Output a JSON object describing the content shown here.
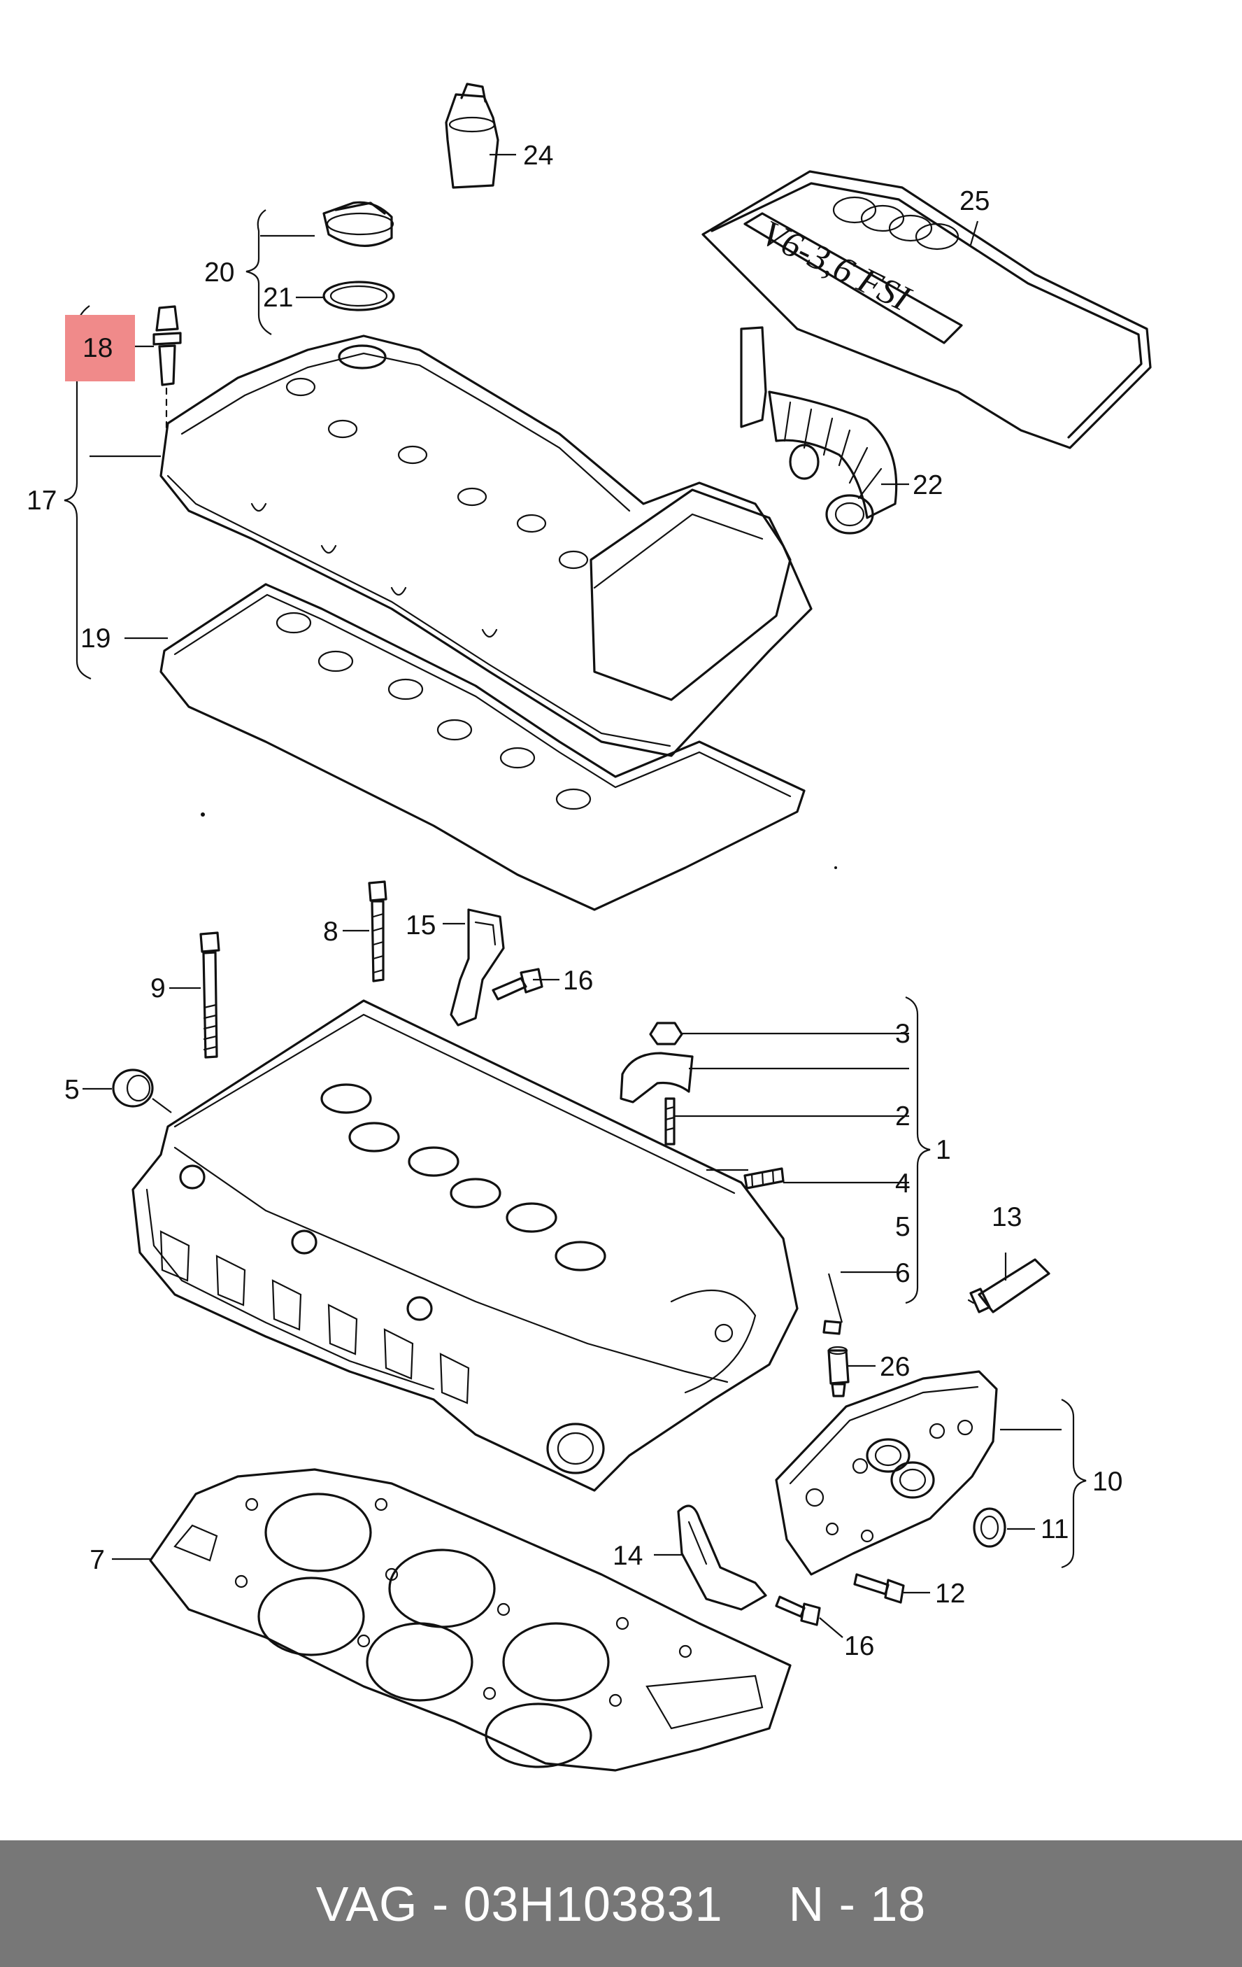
{
  "diagram": {
    "brand_badge": "V6-3,6 FSI",
    "callouts": [
      {
        "id": "c24",
        "label": "24"
      },
      {
        "id": "c25",
        "label": "25"
      },
      {
        "id": "c20",
        "label": "20"
      },
      {
        "id": "c21",
        "label": "21"
      },
      {
        "id": "c18",
        "label": "18",
        "highlighted": true
      },
      {
        "id": "c17",
        "label": "17"
      },
      {
        "id": "c19",
        "label": "19"
      },
      {
        "id": "c22",
        "label": "22"
      },
      {
        "id": "c8",
        "label": "8"
      },
      {
        "id": "c15",
        "label": "15"
      },
      {
        "id": "c16a",
        "label": "16"
      },
      {
        "id": "c9",
        "label": "9"
      },
      {
        "id": "c3",
        "label": "3"
      },
      {
        "id": "c2",
        "label": "2"
      },
      {
        "id": "c1",
        "label": "1"
      },
      {
        "id": "c4",
        "label": "4"
      },
      {
        "id": "c5r",
        "label": "5"
      },
      {
        "id": "c6",
        "label": "6"
      },
      {
        "id": "c5l",
        "label": "5"
      },
      {
        "id": "c13",
        "label": "13"
      },
      {
        "id": "c26",
        "label": "26"
      },
      {
        "id": "c10",
        "label": "10"
      },
      {
        "id": "c11",
        "label": "11"
      },
      {
        "id": "c7",
        "label": "7"
      },
      {
        "id": "c14",
        "label": "14"
      },
      {
        "id": "c12",
        "label": "12"
      },
      {
        "id": "c16b",
        "label": "16"
      }
    ],
    "highlight_color": "#f08a8a"
  },
  "footer": {
    "part_code": "VAG - 03H103831",
    "position_ref": "N - 18",
    "background": "#777777"
  }
}
